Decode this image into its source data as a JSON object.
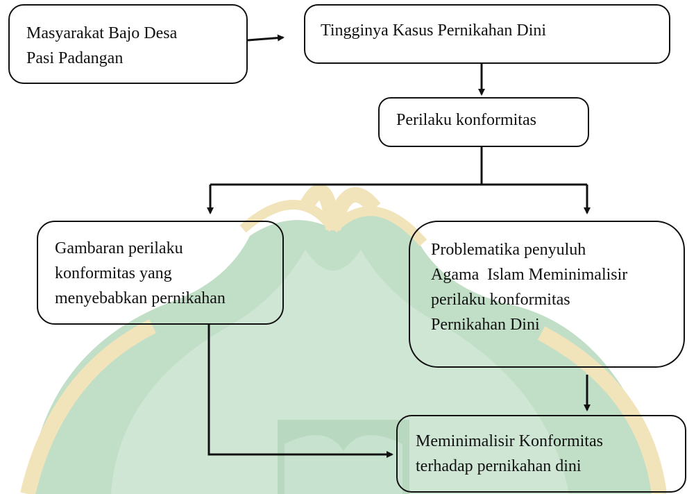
{
  "nodes": {
    "community": {
      "lines": [
        "Masyarakat Bajo Desa",
        "Pasi Padangan"
      ]
    },
    "cases": {
      "lines": [
        "Tingginya Kasus Pernikahan Dini"
      ]
    },
    "behavior": {
      "lines": [
        "Perilaku konformitas"
      ]
    },
    "overview": {
      "lines": [
        "Gambaran perilaku",
        "konformitas yang",
        "menyebabkan pernikahan"
      ]
    },
    "problems": {
      "lines": [
        "Problematika penyuluh",
        "Agama  Islam Meminimalisir",
        "perilaku konformitas",
        "Pernikahan Dini"
      ]
    },
    "minimize": {
      "lines": [
        "Meminimalisir Konformitas",
        "terhadap pernikahan dini"
      ]
    }
  },
  "colors": {
    "watermark_green": "#8fc49b",
    "watermark_gold": "#e8cf83",
    "line": "#111111"
  },
  "watermark_icon": "institution-seal"
}
